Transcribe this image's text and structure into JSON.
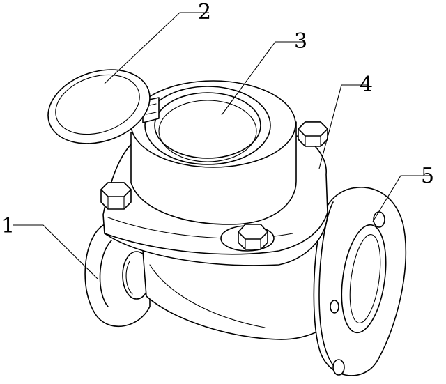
{
  "figure": {
    "callouts": [
      {
        "id": "1",
        "label": "1"
      },
      {
        "id": "2",
        "label": "2"
      },
      {
        "id": "3",
        "label": "3"
      },
      {
        "id": "4",
        "label": "4"
      },
      {
        "id": "5",
        "label": "5"
      }
    ]
  },
  "colors": {
    "stroke": "#000000",
    "background": "#ffffff"
  }
}
